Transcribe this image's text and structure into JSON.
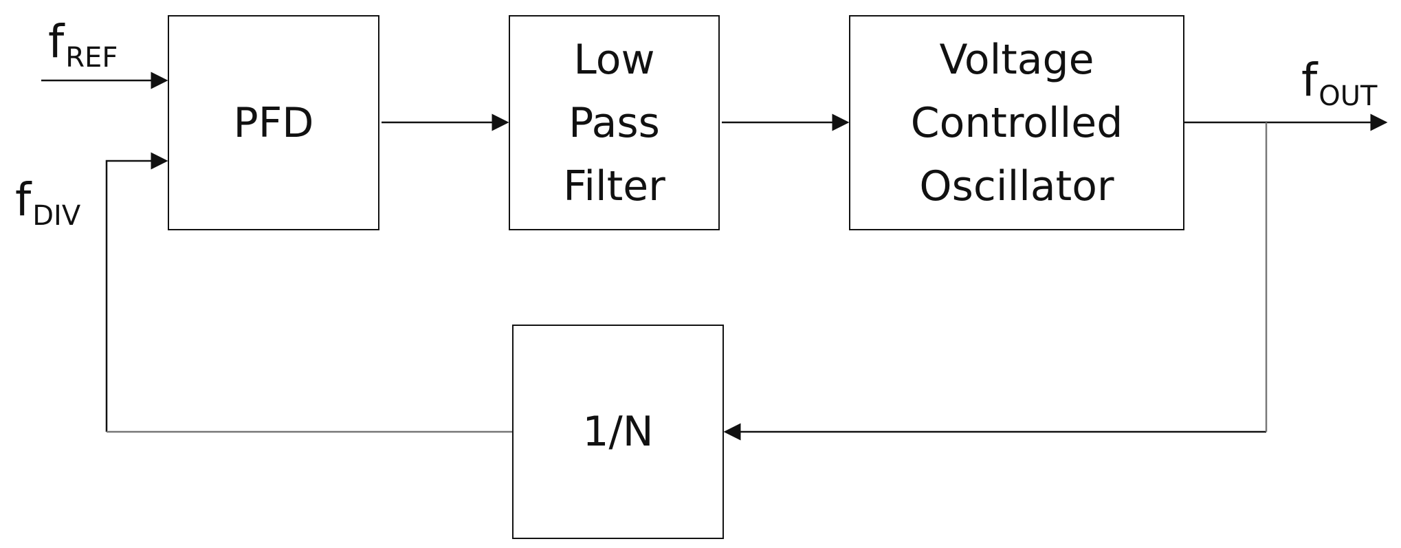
{
  "blocks": {
    "pfd": [
      "PFD"
    ],
    "lpf": [
      "Low",
      "Pass",
      "Filter"
    ],
    "vco": [
      "Voltage",
      "Controlled",
      "Oscillator"
    ],
    "div": [
      "1/N"
    ]
  },
  "signals": {
    "ref": {
      "base": "f",
      "sub": "REF"
    },
    "div": {
      "base": "f",
      "sub": "DIV"
    },
    "out": {
      "base": "f",
      "sub": "OUT"
    }
  },
  "colors": {
    "line": "#111111",
    "feedback": "#777777",
    "background": "#ffffff"
  }
}
